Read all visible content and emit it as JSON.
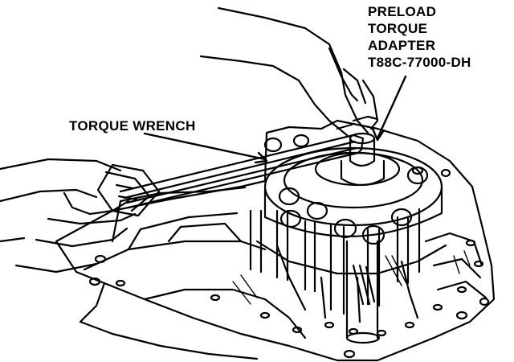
{
  "labels": {
    "torque_wrench": "TORQUE WRENCH",
    "adapter": {
      "line1": "PRELOAD",
      "line2": "TORQUE",
      "line3": "ADAPTER",
      "line4": "T88C-77000-DH"
    }
  },
  "colors": {
    "ink": "#000000",
    "paper": "#ffffff"
  }
}
